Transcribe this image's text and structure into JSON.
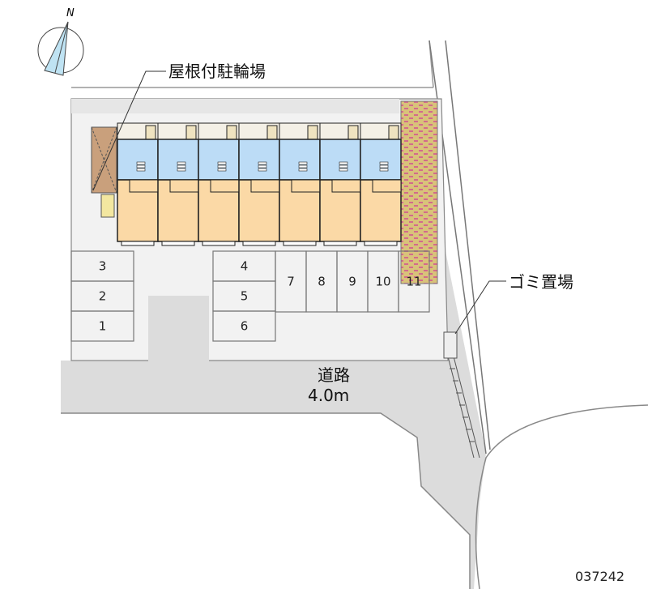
{
  "compass": {
    "north_label": "N"
  },
  "labels": {
    "bike_parking": "屋根付駐輪場",
    "garbage": "ゴミ置場",
    "road_name": "道路",
    "road_width": "4.0m"
  },
  "parking_spaces": [
    "1",
    "2",
    "3",
    "4",
    "5",
    "6",
    "7",
    "8",
    "9",
    "10",
    "11"
  ],
  "units_count": 7,
  "property_code": "037242",
  "colors": {
    "room_blue": "#bcdcf6",
    "room_orange": "#fbd9a6",
    "bike_shed": "#c9a07c",
    "road": "#dcdcdc",
    "lot": "#f2f2f2"
  }
}
